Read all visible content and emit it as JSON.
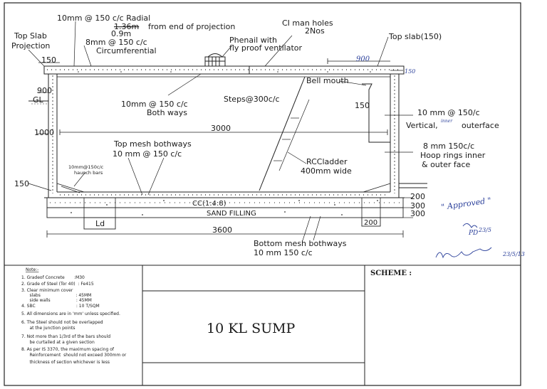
{
  "labels": {
    "radial": "10mm @ 150 c/c Radial",
    "radial_struck": "1.36m",
    "radial_from": "from end of projection",
    "radial_note": "0.9m",
    "top_slab_proj_1": "Top Slab",
    "top_slab_proj_2": "Projection",
    "circum_1": "8mm @ 150 c/c",
    "circum_2": "Circumferential",
    "manholes_1": "CI man holes",
    "manholes_2": "2Nos",
    "phenail_1": "Phenail with",
    "phenail_2": "fly proof ventilator",
    "top_slab": "Top slab(150)",
    "dim_900_top": "900",
    "dim_150_top_left": "150",
    "dim_150_right": "150",
    "bell_mouth": "Bell mouth",
    "dim_900_left": "900",
    "gl": "GL",
    "both_ways_1": "10mm @ 150 c/c",
    "both_ways_2": "Both ways",
    "steps": "Steps@300c/c",
    "dim_150_inner": "150",
    "vertical_1": "10 mm @ 150/c",
    "vertical_2": "Vertical,",
    "vertical_2_ins": "inner",
    "vertical_3": "outerface",
    "dim_1000": "1000",
    "dim_3000": "3000",
    "top_mesh_1": "Top mesh bothways",
    "top_mesh_2": "10 mm @ 150 c/c",
    "hoop_1": "8 mm 150c/c",
    "hoop_2": "Hoop rings inner",
    "hoop_3": "& outer face",
    "haunch_1": "10mm@150c/c",
    "haunch_2": "haunch bars",
    "ladder_1": "RCCladder",
    "ladder_2": "400mm wide",
    "dim_150_left": "150",
    "cc": "CC(1:4:8)",
    "sand": "SAND FILLING",
    "dim_200": "200",
    "dim_300a": "300",
    "dim_300b": "300",
    "ld": "Ld",
    "dim_200_box": "200",
    "dim_3600": "3600",
    "bottom_mesh_1": "Bottom mesh bothways",
    "bottom_mesh_2": "10 mm 150 c/c"
  },
  "approval": {
    "approved": "\" Approved \"",
    "initials_1": "PD",
    "date_1": "23/5",
    "sig_line": "23/5/13"
  },
  "notes": {
    "heading": "Note:-",
    "lines": [
      "1. Gradeof Concrete       :M30",
      "2. Grade of Steel (Tor 40)  : Fe415",
      "3. Clear minimum cover",
      "      slabs                          : 45MM",
      "      side walls                   : 45MM",
      "4. SBC                              : 10 T/SQM",
      "5. All dimensions are in 'mm' unless specified.",
      "6. The Steel should not be overlapped",
      "      at the junction points",
      "7. Not more than 1/3rd of the bars should",
      "      be curtailed at a given section",
      "8. As per IS 3370, the maximum spacing of",
      "      Reinforcement  should not exceed 300mm or",
      "      thickness of section whichever is less"
    ]
  },
  "title_block": {
    "title": "10 KL SUMP",
    "scheme_label": "SCHEME :"
  }
}
